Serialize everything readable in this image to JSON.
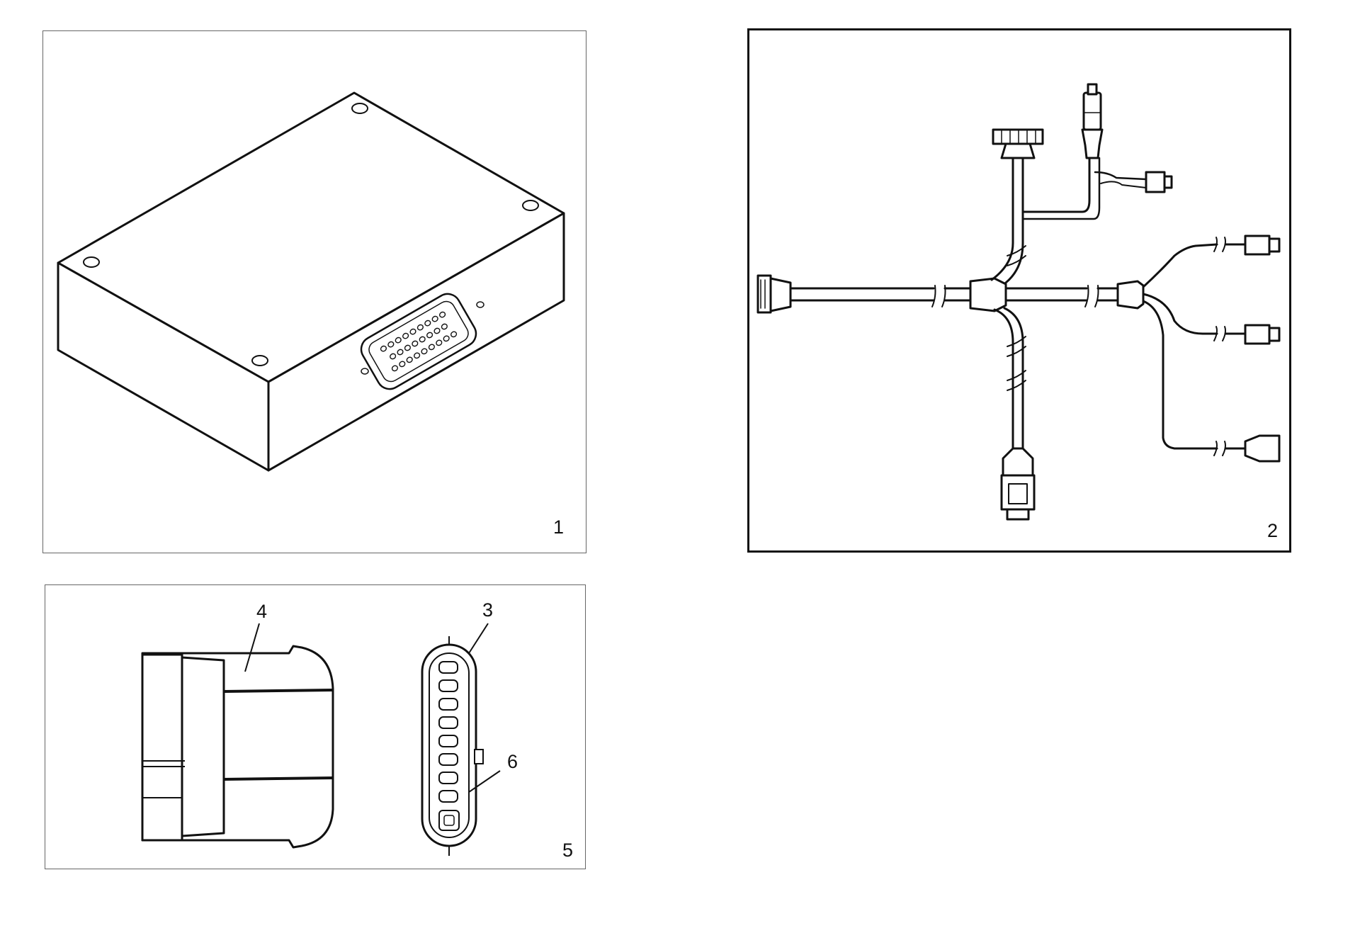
{
  "figures": [
    {
      "id": "panel-1",
      "number": "1"
    },
    {
      "id": "panel-2",
      "number": "2"
    },
    {
      "id": "panel-5",
      "number": "5"
    }
  ],
  "callouts": [
    {
      "id": "callout-4",
      "label": "4"
    },
    {
      "id": "callout-3",
      "label": "3"
    },
    {
      "id": "callout-6",
      "label": "6"
    }
  ],
  "colors": {
    "line": "#111111",
    "frame": "#666666",
    "background": "#ffffff"
  },
  "icons": [
    "control-unit-illustration",
    "wiring-harness-illustration",
    "connector-illustration"
  ]
}
